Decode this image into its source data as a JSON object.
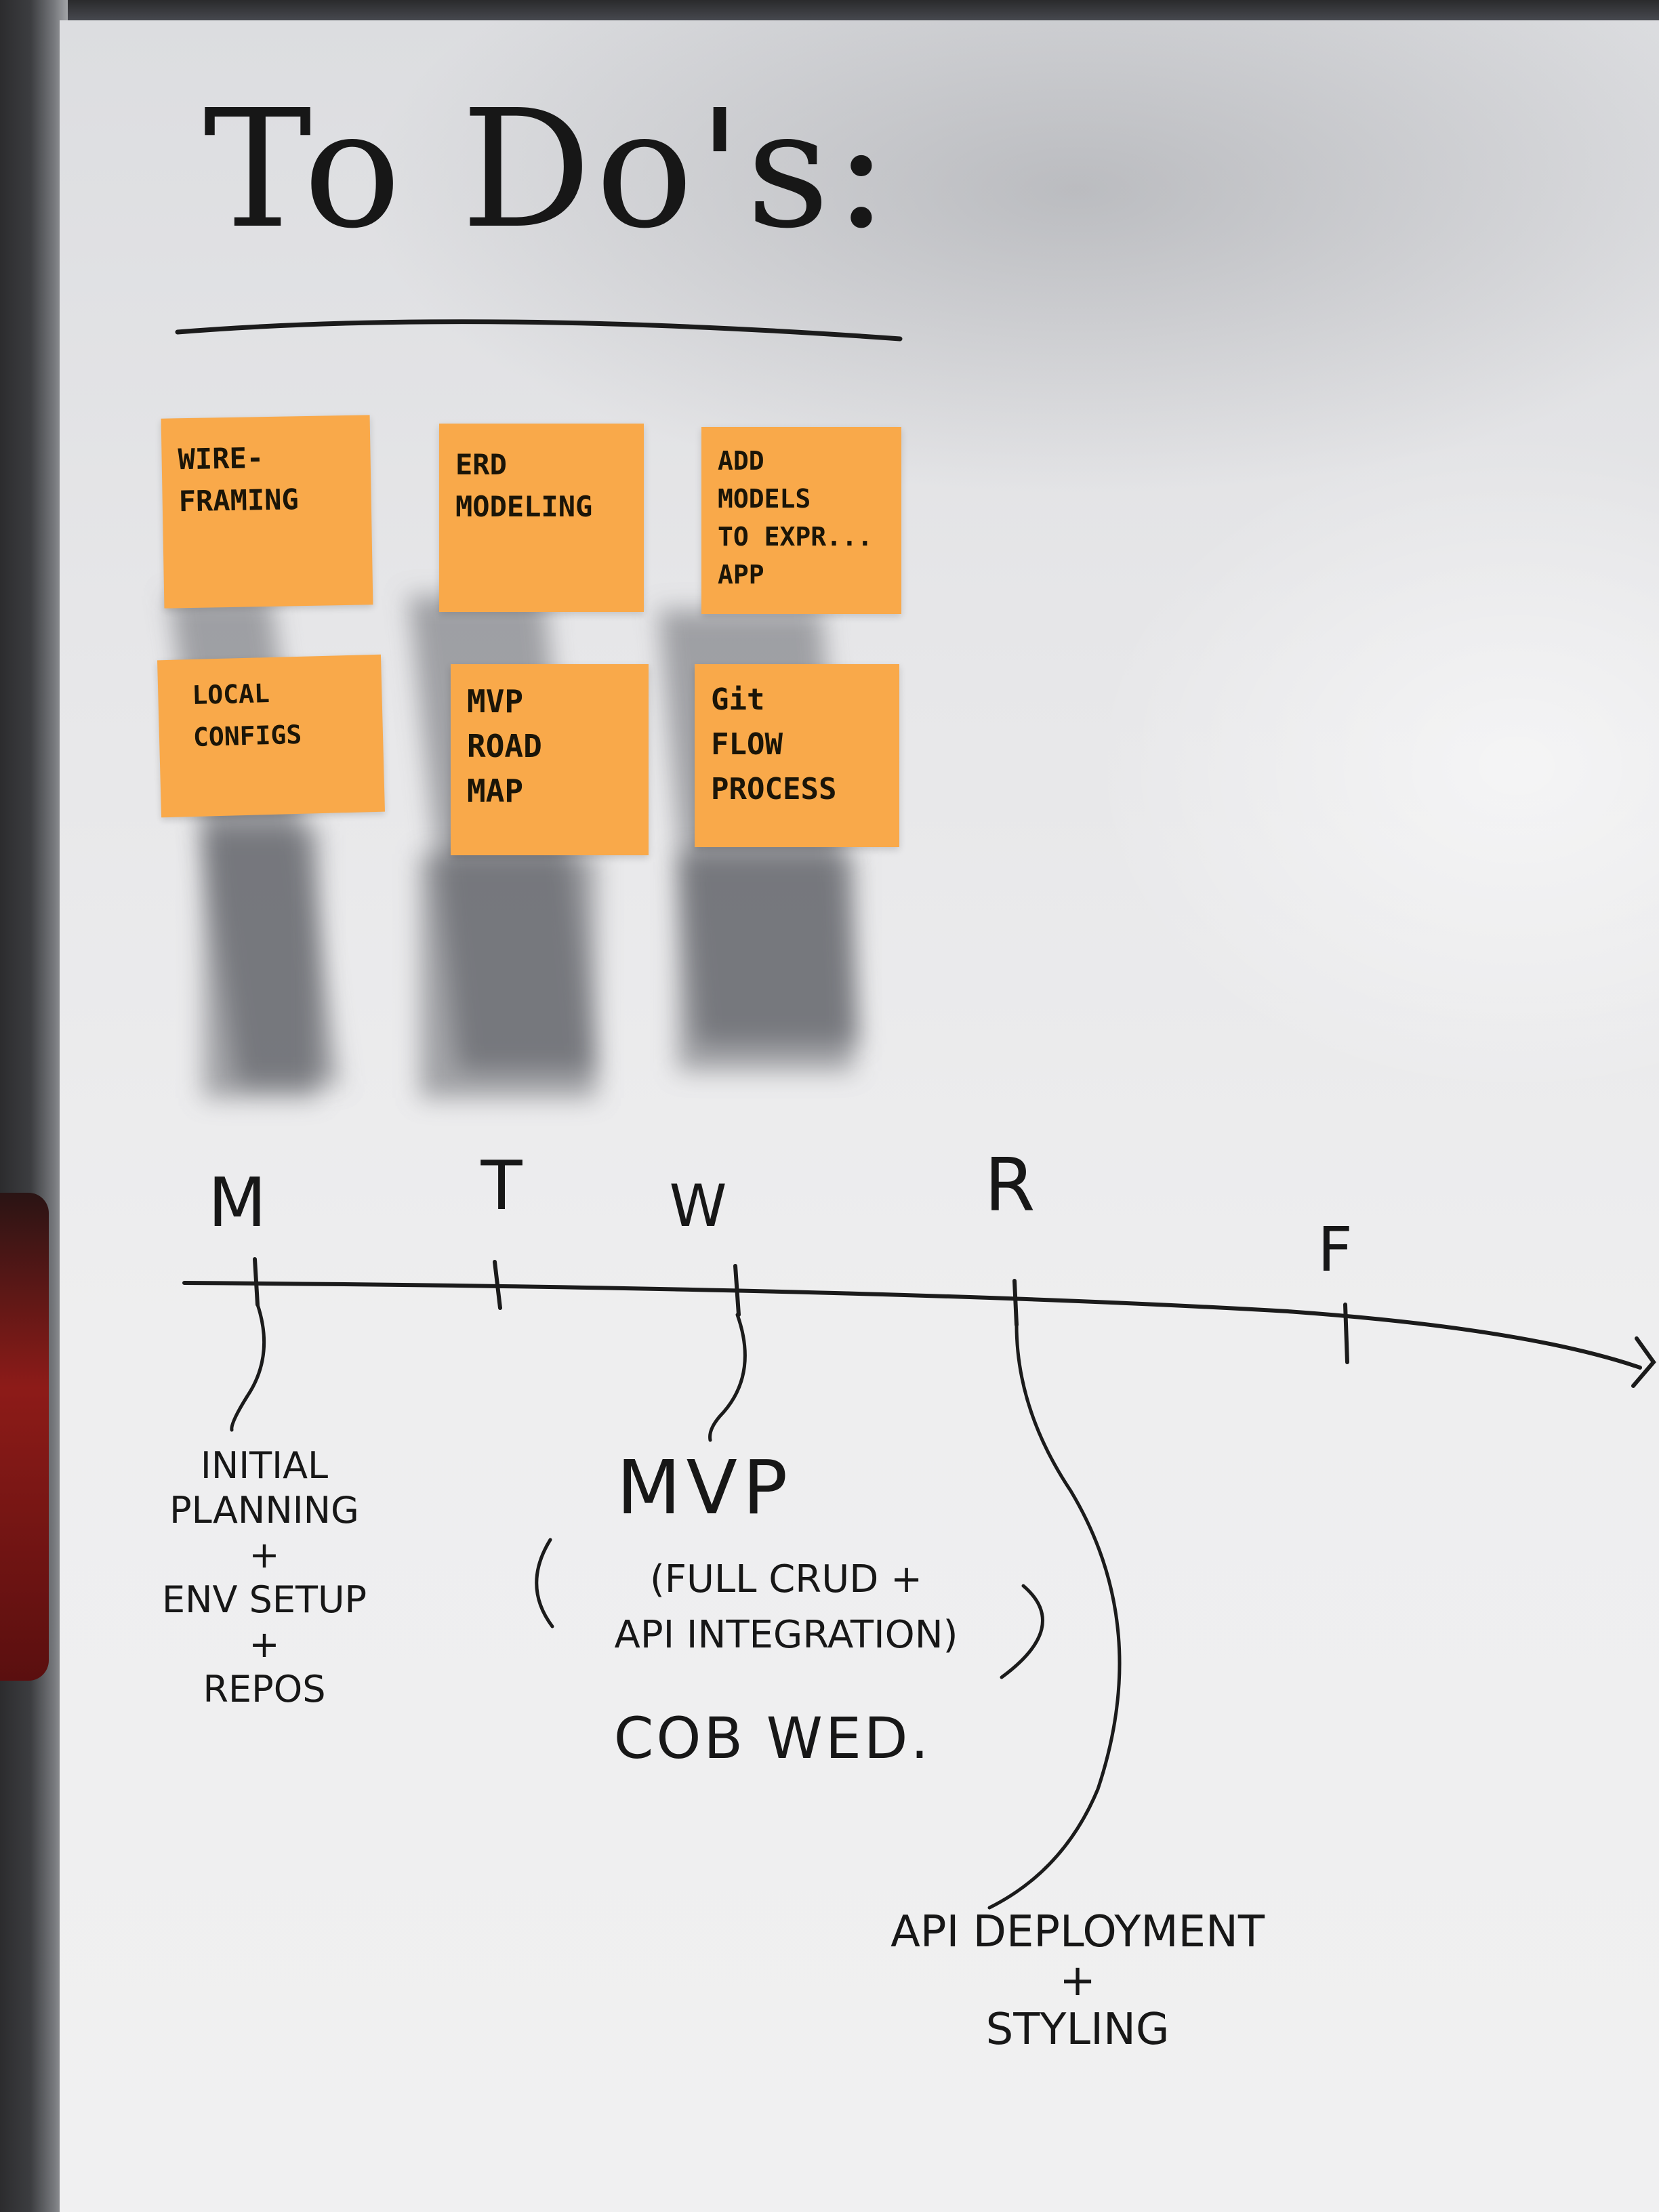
{
  "title": "To Do's:",
  "sticky_notes": [
    {
      "text": "WIRE-\nFRAMING"
    },
    {
      "text": "ERD\nMODELING"
    },
    {
      "text": "ADD\nMODELS\nTO EXPR...\nAPP"
    },
    {
      "text": "LOCAL\nCONFIGS"
    },
    {
      "text": "MVP\nROAD\nMAP"
    },
    {
      "text": "Git\nFLOW\nPROCESS"
    }
  ],
  "timeline": {
    "days": [
      "M",
      "T",
      "W",
      "R",
      "F"
    ],
    "notes": [
      {
        "text": "INITIAL\nPLANNING\n+\nENV SETUP\n+\nREPOS"
      },
      {
        "heading": "MVP",
        "text": "(FULL CRUD +\nAPI INTEGRATION)",
        "deadline": "COB WED."
      },
      {
        "text": "API DEPLOYMENT\n+\nSTYLING"
      }
    ]
  },
  "colors": {
    "sticky_note": "#f9a94a",
    "whiteboard": "#ececee",
    "marker": "#171717"
  }
}
